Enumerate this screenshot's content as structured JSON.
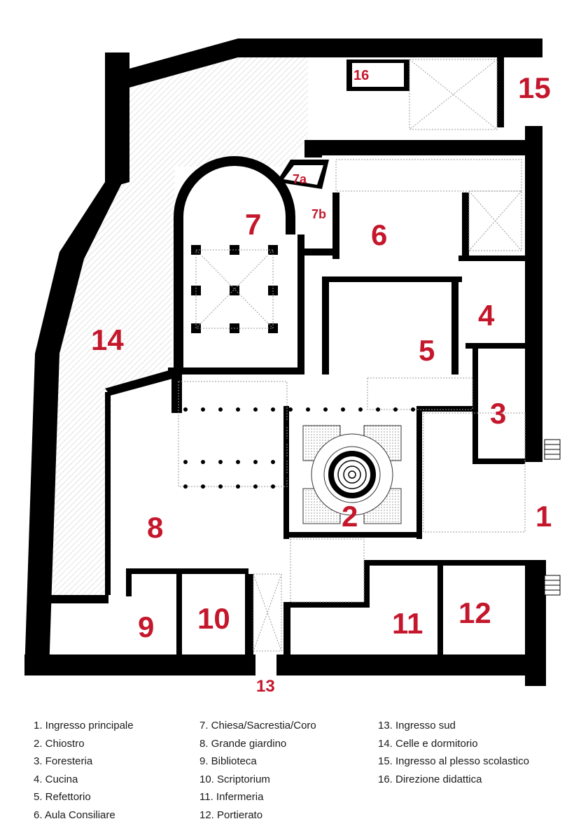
{
  "plan": {
    "room_labels": {
      "r1": "1",
      "r2": "2",
      "r3": "3",
      "r4": "4",
      "r5": "5",
      "r6": "6",
      "r7": "7",
      "r7a": "7a",
      "r7b": "7b",
      "r8": "8",
      "r9": "9",
      "r10": "10",
      "r11": "11",
      "r12": "12",
      "r13": "13",
      "r14": "14",
      "r15": "15",
      "r16": "16"
    },
    "colors": {
      "wall": "#000000",
      "label": "#c4172c",
      "hatch": "#cfcfcf",
      "vault": "#9a9a9a"
    }
  },
  "legend": {
    "col1": [
      "1.  Ingresso principale",
      "2. Chiostro",
      "3. Foresteria",
      "4. Cucina",
      "5. Refettorio",
      "6. Aula Consiliare"
    ],
    "col2": [
      "7. Chiesa/Sacrestia/Coro",
      "8. Grande giardino",
      "9. Biblioteca",
      "10. Scriptorium",
      "11. Infermeria",
      "12. Portierato"
    ],
    "col3": [
      "13. Ingresso sud",
      "14. Celle e dormitorio",
      "15. Ingresso al plesso scolastico",
      "16. Direzione didattica"
    ]
  }
}
